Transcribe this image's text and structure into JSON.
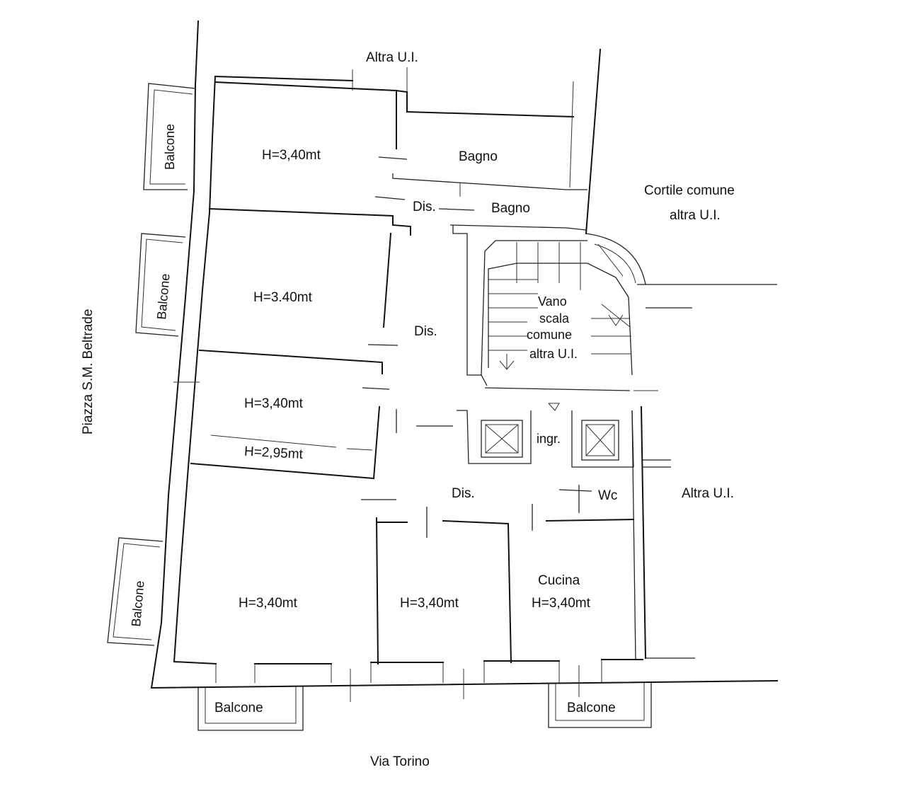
{
  "labels": {
    "top_neighbor": "Altra U.I.",
    "courtyard_line1": "Cortile comune",
    "courtyard_line2": "altra U.I.",
    "right_neighbor": "Altra U.I.",
    "street_left": "Piazza S.M. Beltrade",
    "street_bottom": "Via Torino"
  },
  "rooms": {
    "room_top_left": "H=3,40mt",
    "bagno_1": "Bagno",
    "bagno_2": "Bagno",
    "dis_top": "Dis.",
    "room_second": "H=3.40mt",
    "dis_mid": "Dis.",
    "room_third_h1": "H=3,40mt",
    "room_third_h2": "H=2,95mt",
    "stair_line1": "Vano",
    "stair_line2": "scala",
    "stair_line3": "comune",
    "stair_line4": "altra U.I.",
    "ingresso": "ingr.",
    "dis_bottom": "Dis.",
    "wc": "Wc",
    "room_bottom_left": "H=3,40mt",
    "room_bottom_mid": "H=3,40mt",
    "cucina_name": "Cucina",
    "cucina_height": "H=3,40mt"
  },
  "balconies": {
    "left_1": "Balcone",
    "left_2": "Balcone",
    "left_3": "Balcone",
    "bottom_1": "Balcone",
    "bottom_2": "Balcone"
  }
}
